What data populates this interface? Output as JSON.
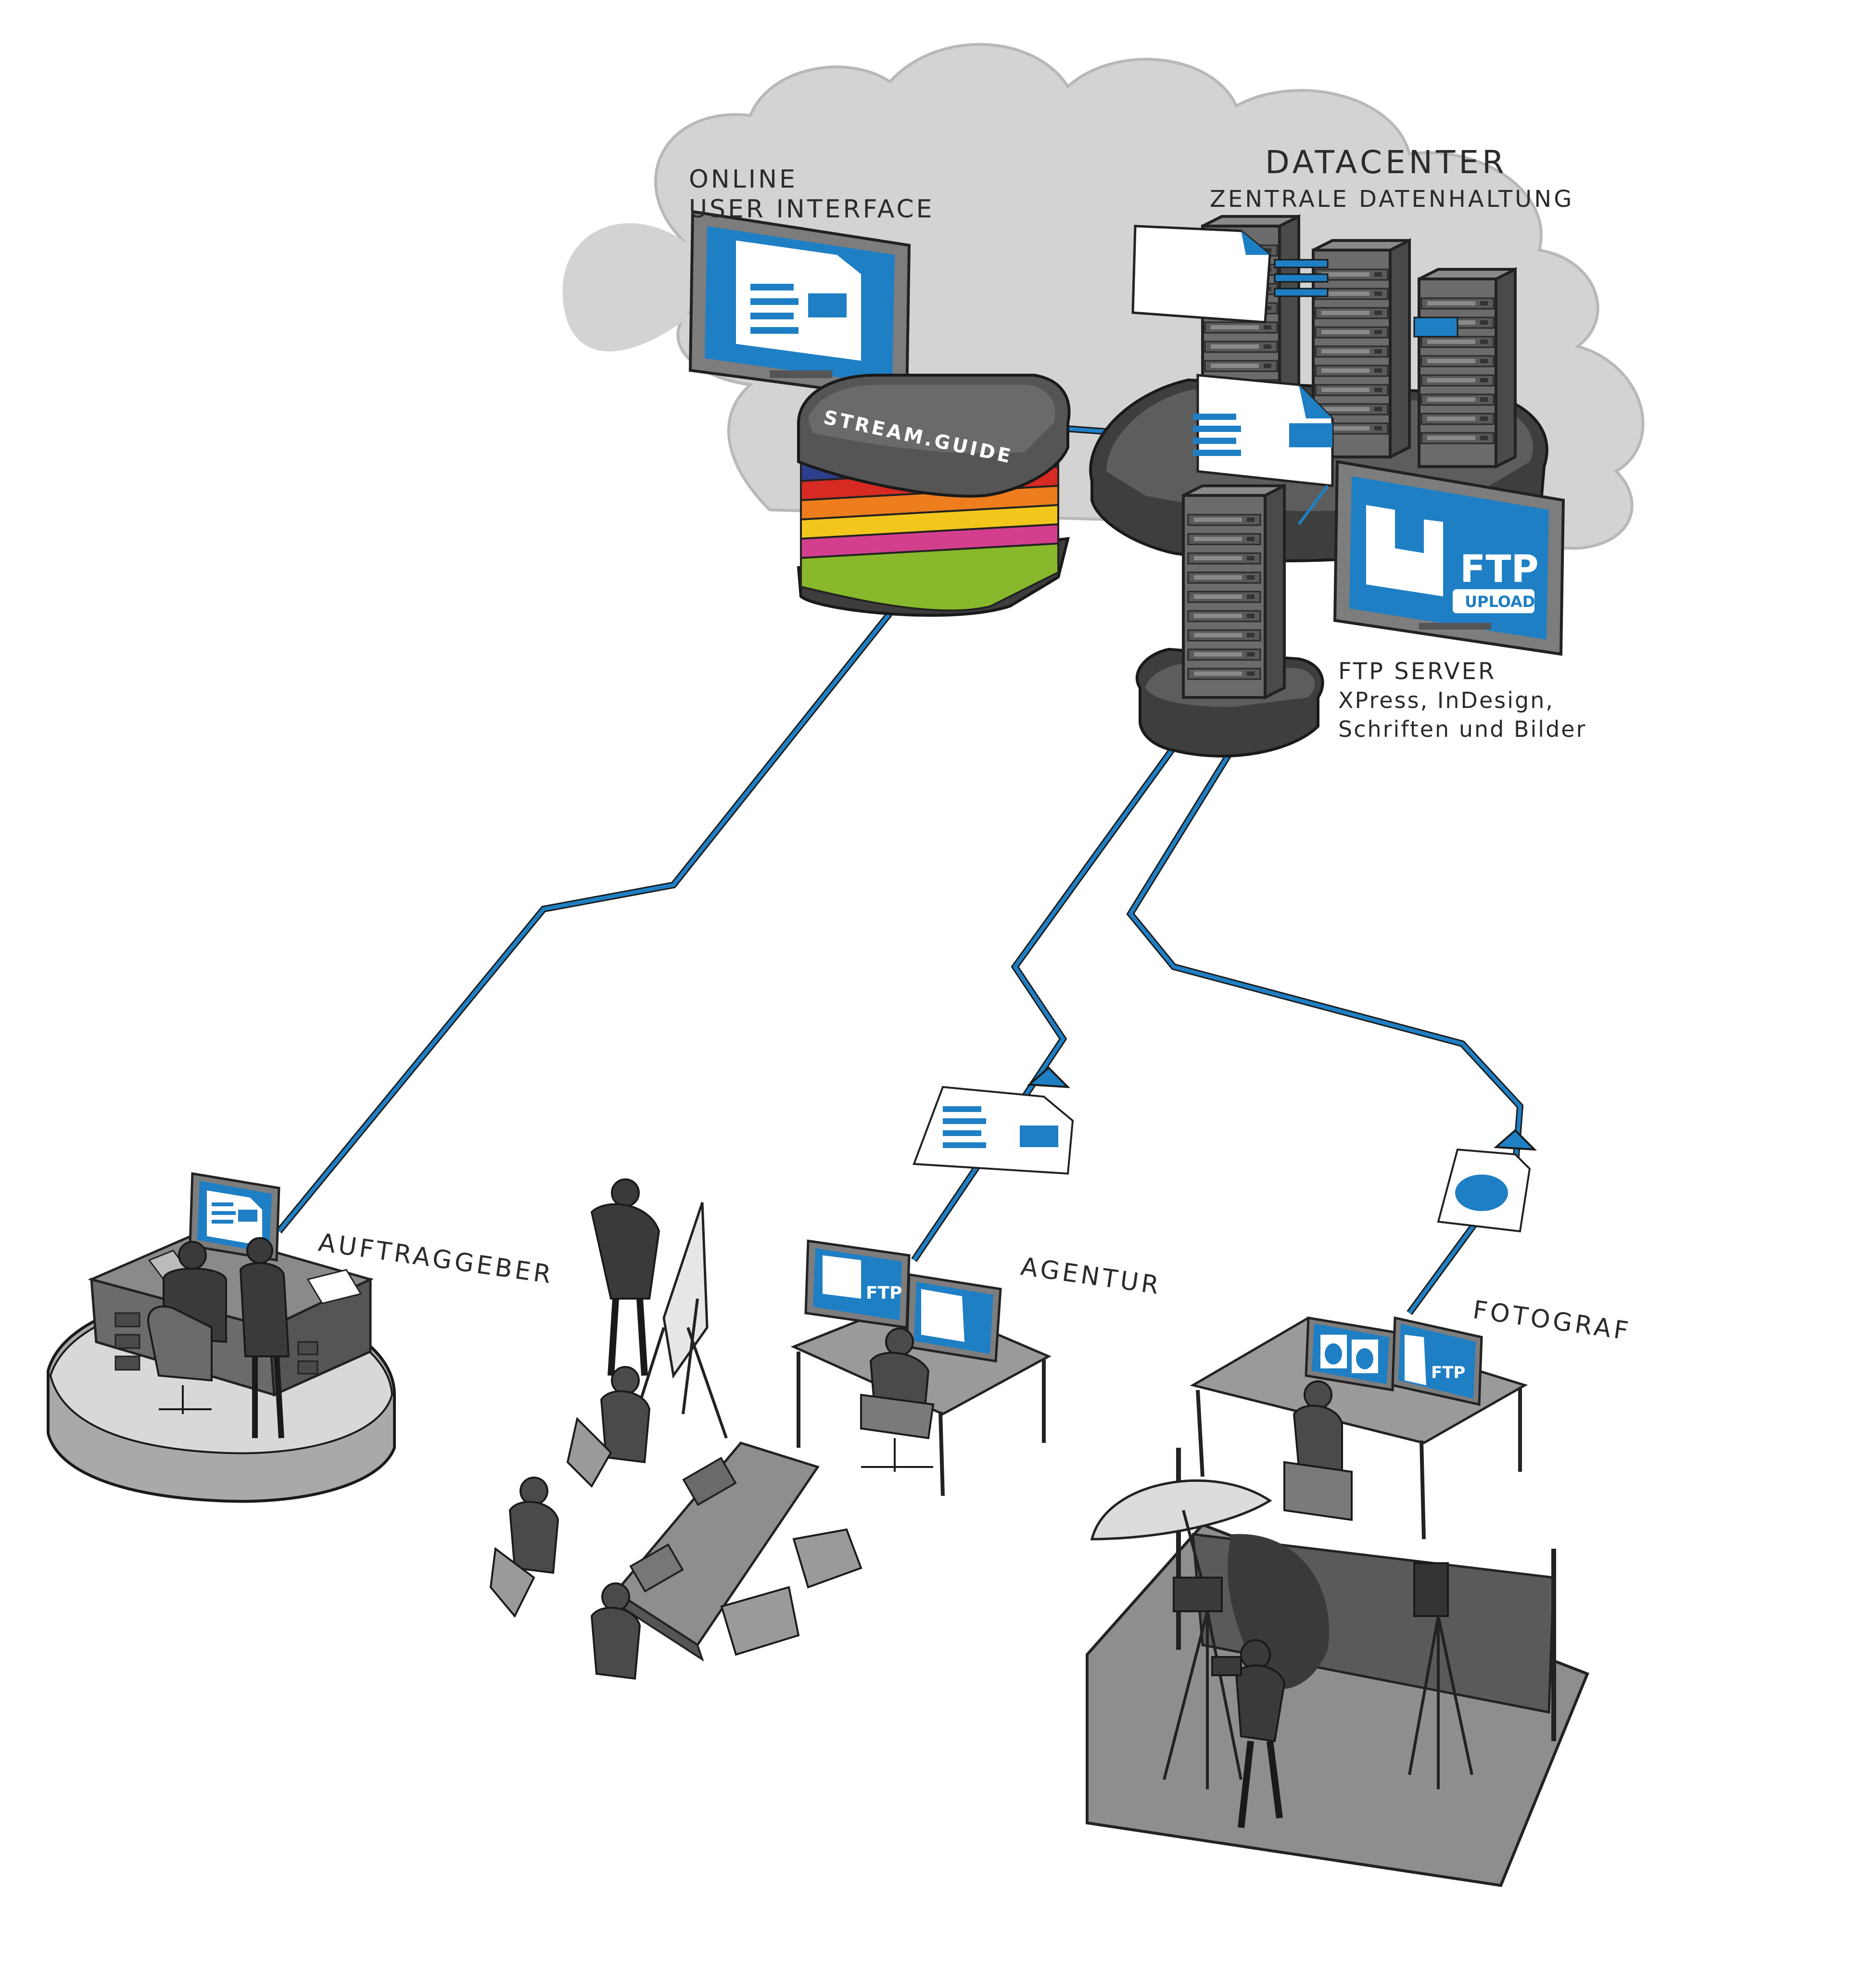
{
  "labels": {
    "online_ui_line1": "ONLINE",
    "online_ui_line2": "USER INTERFACE",
    "datacenter": "DATACENTER",
    "datacenter_sub": "ZENTRALE DATENHALTUNG",
    "stream_guide": "STREAM.GUIDE",
    "ftp_server_line1": "FTP SERVER",
    "ftp_server_line2": "XPress, InDesign,",
    "ftp_server_line3": "Schriften und Bilder",
    "auftraggeber": "AUFTRAGGEBER",
    "agentur": "AGENTUR",
    "fotograf": "FOTOGRAF"
  },
  "ftp_badge": {
    "ftp": "FTP",
    "upload": "UPLOAD"
  },
  "colors": {
    "accent_blue": "#1f7fc4",
    "line_blue": "#1a6fb0",
    "cloud": "#d2d2d2",
    "dark_gray": "#4a4a4a",
    "stripe_1": "#2d3f8c",
    "stripe_2": "#d62a22",
    "stripe_3": "#ee7d1d",
    "stripe_4": "#f3c61c",
    "stripe_5": "#d33f8d",
    "stripe_6": "#88b82b"
  },
  "icons": [
    "cloud-icon",
    "monitor-icon",
    "server-rack-icon",
    "document-icon",
    "image-document-icon",
    "desk-icon",
    "people-icon",
    "camera-icon",
    "umbrella-light-icon",
    "flipchart-icon"
  ]
}
